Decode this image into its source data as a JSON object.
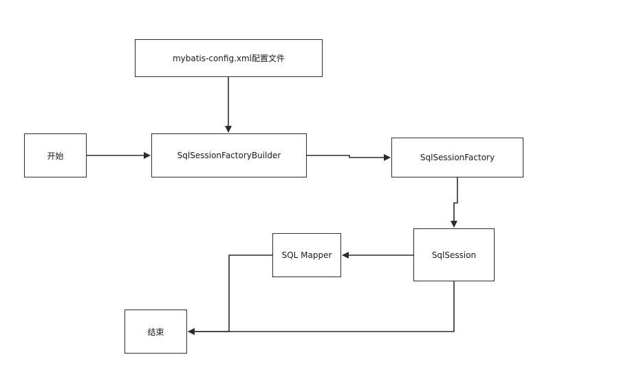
{
  "nodes": {
    "config": "mybatis-config.xml配置文件",
    "start": "开始",
    "builder": "SqlSessionFactoryBuilder",
    "factory": "SqlSessionFactory",
    "session": "SqlSession",
    "mapper": "SQL Mapper",
    "end": "结束"
  },
  "colors": {
    "line": "#2b2b2b"
  }
}
